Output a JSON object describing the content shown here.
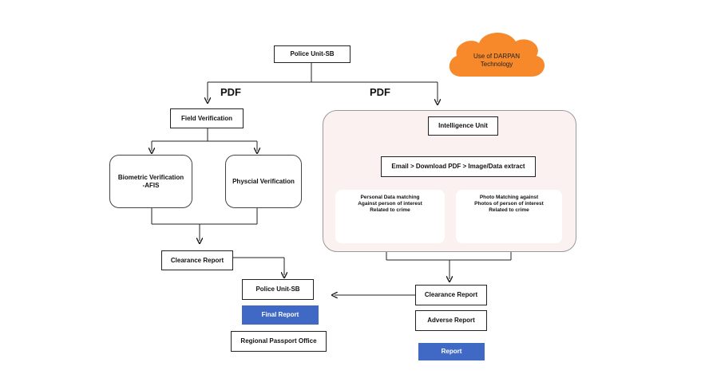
{
  "cloud": {
    "text": "Use of DARPAN\nTechnology",
    "color": "#f7892b"
  },
  "labels": {
    "pdf_left": "PDF",
    "pdf_right": "PDF"
  },
  "boxes": {
    "police_unit_top": "Police Unit-SB",
    "field_verification": "Field Verification",
    "biometric_verification": "Biometric Verification\n-AFIS",
    "physical_verification": "Physcial Verification",
    "clearance_report_left": "Clearance Report",
    "police_unit_bottom": "Police Unit-SB",
    "final_report": "Final Report",
    "regional_passport_office": "Regional Passport Office",
    "intelligence_unit": "Intelligence Unit",
    "email_download": "Email > Download PDF > Image/Data extract",
    "clearance_report_right": "Clearance Report",
    "adverse_report": "Adverse Report",
    "report": "Report"
  },
  "cards": {
    "personal_data": "Personal Data matching\nAgainst person of interest\nRelated to crime",
    "photo_matching": "Photo Matching against\nPhotos of person of interest\nRelated to crime"
  },
  "colors": {
    "accent_blue": "#3f69c5",
    "panel_bg": "#fcf1f1",
    "icon_purple": "#7b3fd1",
    "icon_orange": "#f5a623"
  }
}
